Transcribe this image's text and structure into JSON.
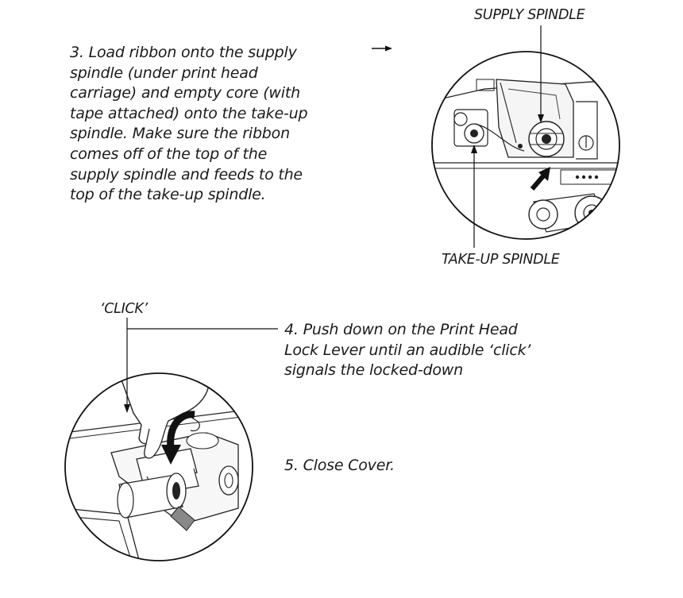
{
  "step3": {
    "lines": [
      "3. Load ribbon onto the supply",
      "spindle (under print head",
      "carriage) and empty core (with",
      "tape attached) onto the take-up",
      "spindle. Make sure the ribbon",
      "comes off of the top of the",
      "supply spindle and feeds to the",
      "top of the take-up spindle."
    ]
  },
  "step4": {
    "lines": [
      "4. Push down on the Print Head",
      "Lock Lever until an audible ‘click’",
      "signals the  locked-down"
    ]
  },
  "step5": {
    "text": "5. Close Cover."
  },
  "labels": {
    "supply_spindle": "SUPPLY SPINDLE",
    "takeup_spindle": "TAKE-UP SPINDLE",
    "click": "‘CLICK’"
  }
}
